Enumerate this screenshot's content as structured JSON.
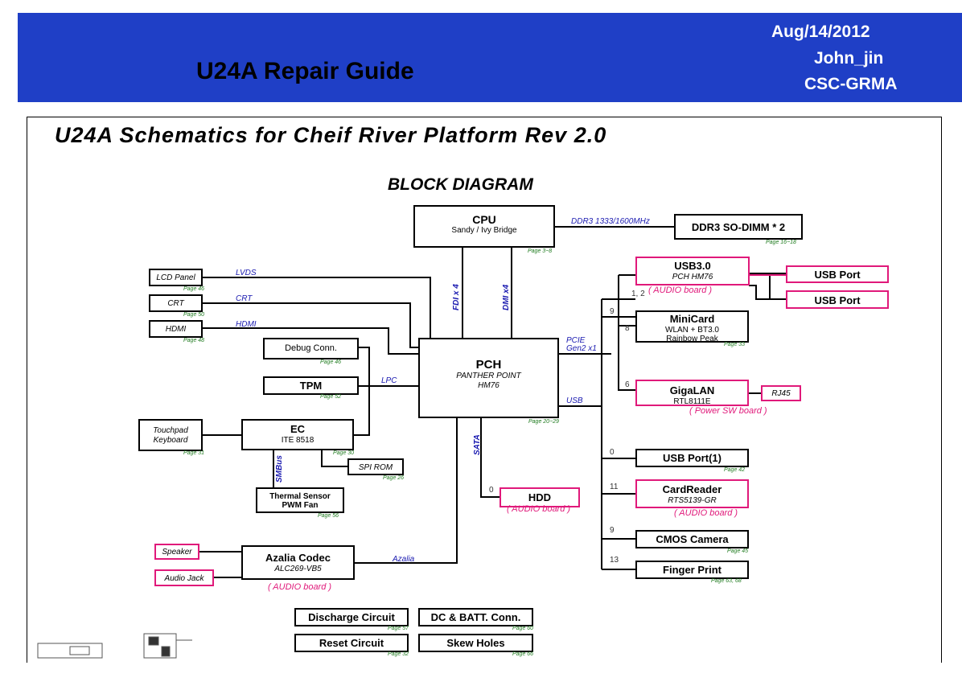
{
  "header": {
    "title": "U24A Repair Guide",
    "date": "Aug/14/2012",
    "author": "John_jin",
    "group": "CSC-GRMA"
  },
  "schematic_title": "U24A Schematics for Cheif River Platform Rev 2.0",
  "diagram_title": "BLOCK DIAGRAM",
  "blocks": {
    "cpu": {
      "title": "CPU",
      "sub": "Sandy / Ivy Bridge",
      "page": "Page 3~8"
    },
    "ddr3": {
      "title": "DDR3 SO-DIMM * 2",
      "page": "Page 16~18"
    },
    "pch": {
      "title": "PCH",
      "sub1": "PANTHER POINT",
      "sub2": "HM76",
      "page": "Page 20~29"
    },
    "lcd": {
      "title": "LCD Panel",
      "page": "Page 46"
    },
    "crt": {
      "title": "CRT",
      "page": "Page 50"
    },
    "hdmi": {
      "title": "HDMI",
      "page": "Page 48"
    },
    "debug": {
      "title": "Debug Conn.",
      "page": "Page 46"
    },
    "tpm": {
      "title": "TPM",
      "page": "Page 52"
    },
    "touchpad": {
      "title1": "Touchpad",
      "title2": "Keyboard",
      "page": "Page 31"
    },
    "ec": {
      "title": "EC",
      "sub": "ITE 8518",
      "page": "Page 30"
    },
    "spirom": {
      "title": "SPI ROM",
      "page": "Page 26"
    },
    "thermal": {
      "title1": "Thermal Sensor",
      "title2": "PWM Fan",
      "page": "Page 56"
    },
    "speaker": {
      "title": "Speaker"
    },
    "audiojack": {
      "title": "Audio Jack"
    },
    "azalia": {
      "title": "Azalia Codec",
      "sub": "ALC269-VB5",
      "note": "( AUDIO board )"
    },
    "usb3": {
      "title": "USB3.0",
      "sub": "PCH HM76",
      "note": "( AUDIO board )"
    },
    "usbport1": {
      "title": "USB Port"
    },
    "usbport2": {
      "title": "USB Port"
    },
    "minicard": {
      "title": "MiniCard",
      "sub1": "WLAN + BT3.0",
      "sub2": "Rainbow Peak",
      "page": "Page 33"
    },
    "gigalan": {
      "title": "GigaLAN",
      "sub": "RTL8111E",
      "note": "( Power SW board )"
    },
    "rj45": {
      "title": "RJ45"
    },
    "hdd": {
      "title": "HDD",
      "note": "( AUDIO board )"
    },
    "usbport3": {
      "title": "USB Port(1)",
      "page": "Page 42"
    },
    "cardreader": {
      "title": "CardReader",
      "sub": "RTS5139-GR",
      "note": "( AUDIO board )"
    },
    "camera": {
      "title": "CMOS Camera",
      "page": "Page 45"
    },
    "finger": {
      "title": "Finger Print",
      "page": "Page 63, 68"
    },
    "discharge": {
      "title": "Discharge Circuit",
      "page": "Page 57"
    },
    "dcbatt": {
      "title": "DC & BATT. Conn.",
      "page": "Page 60"
    },
    "reset": {
      "title": "Reset Circuit",
      "page": "Page 32"
    },
    "skew": {
      "title": "Skew Holes",
      "page": "Page 66"
    }
  },
  "buses": {
    "ddr": "DDR3  1333/1600MHz",
    "lvds": "LVDS",
    "crt": "CRT",
    "hdmi": "HDMI",
    "lpc": "LPC",
    "fdi": "FDI x 4",
    "dmi": "DMI x4",
    "pcie": "PCIE",
    "pcie2": "Gen2 x1",
    "usb": "USB",
    "sata": "SATA",
    "smbus": "SMBus",
    "azalia": "Azalia"
  },
  "port_numbers": {
    "usb3": "1, 2",
    "mini": "9",
    "mini2": "8",
    "lan": "6",
    "usbp": "0",
    "card": "11",
    "cam": "9",
    "finger": "13",
    "hdd": "0"
  }
}
